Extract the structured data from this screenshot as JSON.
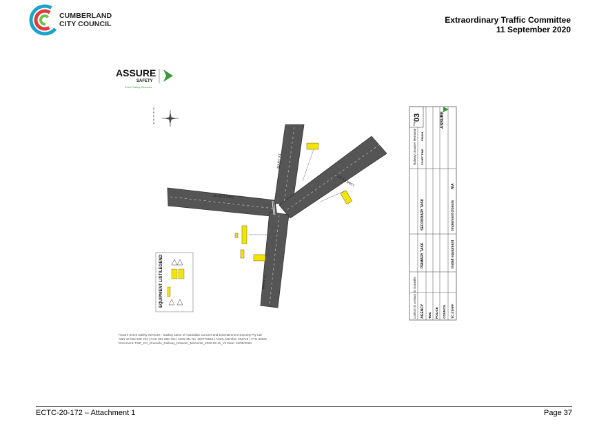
{
  "header": {
    "council_line1": "CUMBERLAND",
    "council_line2": "CITY COUNCIL",
    "meeting_title": "Extraordinary Traffic Committee",
    "meeting_date": "11 September 2020",
    "logo_colors": [
      "#1aa5c8",
      "#e03a3e",
      "#6fbf4a"
    ]
  },
  "plan": {
    "brand": {
      "name": "ASSURE",
      "sub": "SAFETY",
      "tagline": "Event Safety Services",
      "accent": "#3a9a3a"
    },
    "streets": {
      "carlton": "CARLTON ST",
      "mary_north": "MARY ST",
      "mary_south": "MARY ST",
      "lumley": "LUMLEY ST"
    },
    "legend_title": "EQUIPMENT LIST/LEGEND",
    "sign_color": "#f5e400",
    "title_block": {
      "location": "Carlton St at Mary St Granville",
      "event": "Railway Disaster Memorial",
      "sheet_label": "Page",
      "sheet_no": "03",
      "col_agency": "AGENCY",
      "col_primary": "PRIMARY TASK",
      "col_secondary": "SECONDARY TASK",
      "col_start": "START TIME",
      "col_finish": "FINISH",
      "rows": [
        {
          "agency": "TMC",
          "primary": "",
          "secondary": ""
        },
        {
          "agency": "POLICE",
          "primary": "",
          "secondary": ""
        },
        {
          "agency": "COUNCIL",
          "primary": "",
          "secondary": ""
        },
        {
          "agency": "TC STAFF",
          "primary": "Install equipment",
          "secondary": "Implement closure",
          "start": "N/A"
        }
      ],
      "brand": "ASSURE"
    },
    "legal": [
      "Assure Event Safety Services - trading name of Australian Concert and Entertainment Security Pty Ltd",
      "ABN 15 002 660 794 | ACN 002 660 794 | NSW ML No. 404776913 | ASIAL Member 3037x9 | VTG 8002x",
      "Document: TMP_CC_Granville_Railway_Disaster_Memorial_2020-08-11_V1 Date: 16/08/2020"
    ]
  },
  "footer": {
    "reference": "ECTC-20-172 – Attachment 1",
    "page": "Page 37"
  }
}
